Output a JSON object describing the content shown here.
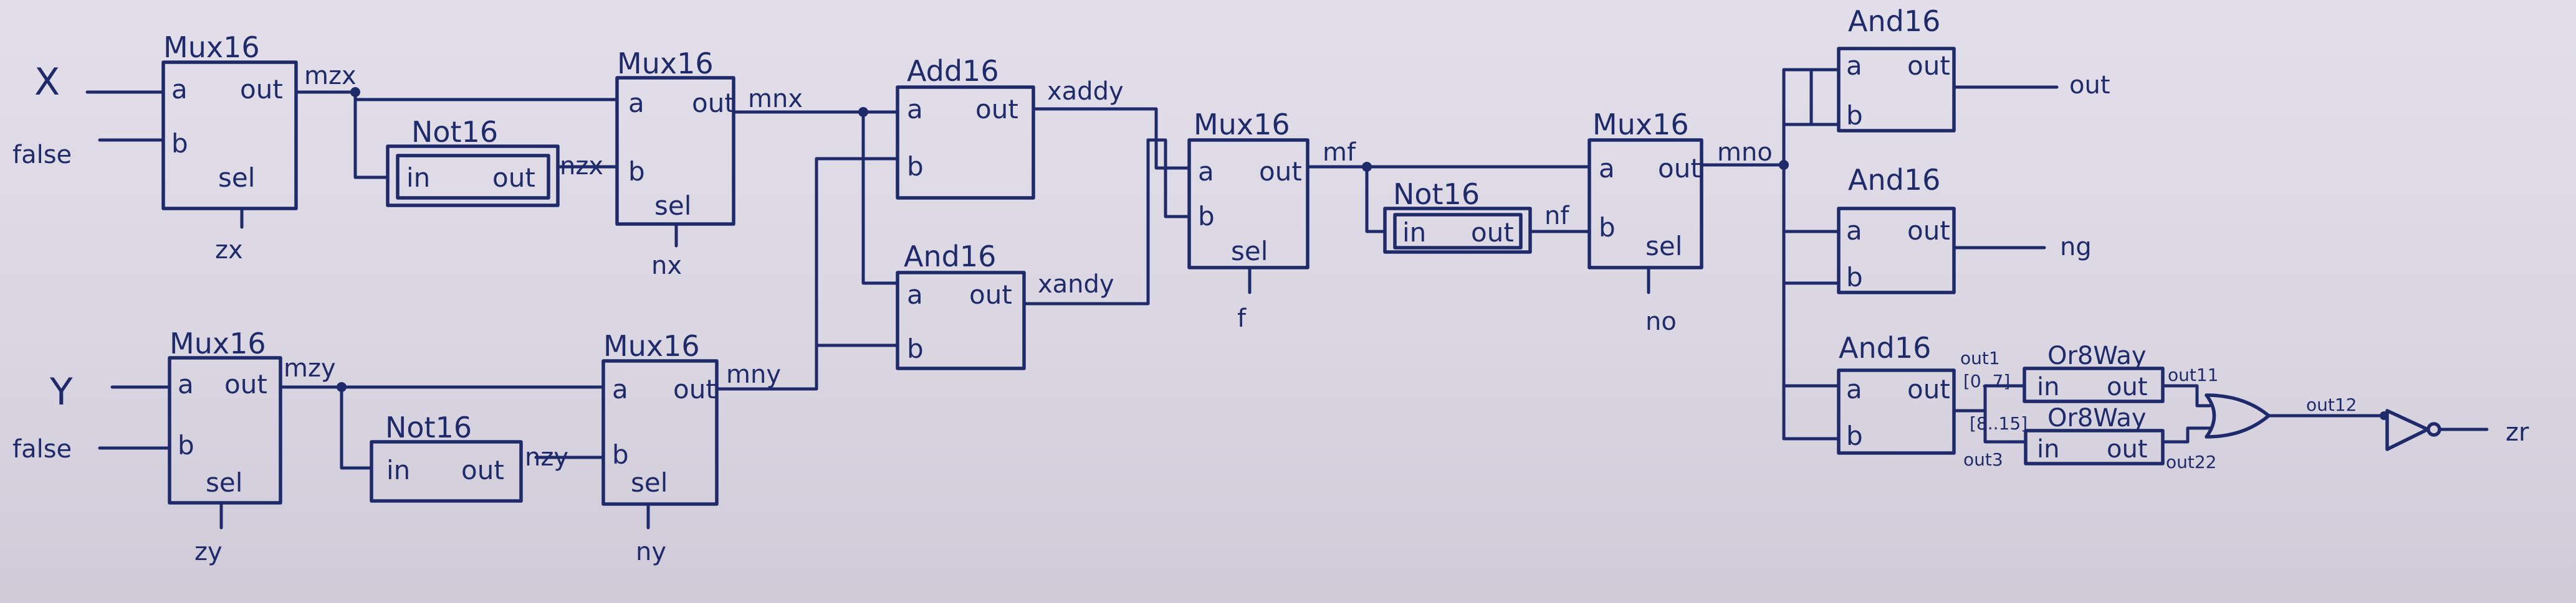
{
  "chips": {
    "mux_zx": {
      "title": "Mux16",
      "a": "a",
      "b": "b",
      "out": "out",
      "sel": "sel"
    },
    "not_zx": {
      "title": "Not16",
      "in": "in",
      "out": "out"
    },
    "mux_nx": {
      "title": "Mux16",
      "a": "a",
      "b": "b",
      "out": "out",
      "sel": "sel"
    },
    "mux_zy": {
      "title": "Mux16",
      "a": "a",
      "b": "b",
      "out": "out",
      "sel": "sel"
    },
    "not_zy": {
      "title": "Not16",
      "in": "in",
      "out": "out"
    },
    "mux_ny": {
      "title": "Mux16",
      "a": "a",
      "b": "b",
      "out": "out",
      "sel": "sel"
    },
    "add": {
      "title": "Add16",
      "a": "a",
      "b": "b",
      "out": "out"
    },
    "and_xy": {
      "title": "And16",
      "a": "a",
      "b": "b",
      "out": "out"
    },
    "mux_f": {
      "title": "Mux16",
      "a": "a",
      "b": "b",
      "out": "out",
      "sel": "sel"
    },
    "not_f": {
      "title": "Not16",
      "in": "in",
      "out": "out"
    },
    "mux_no": {
      "title": "Mux16",
      "a": "a",
      "b": "b",
      "out": "out",
      "sel": "sel"
    },
    "and_out": {
      "title": "And16",
      "a": "a",
      "b": "b",
      "out": "out"
    },
    "and_ng": {
      "title": "And16",
      "a": "a",
      "b": "b",
      "out": "out"
    },
    "and_zr": {
      "title": "And16",
      "a": "a",
      "b": "b",
      "out": "out"
    },
    "or_lo": {
      "title": "Or8Way",
      "in": "in",
      "out": "out"
    },
    "or_hi": {
      "title": "Or8Way",
      "in": "in",
      "out": "out"
    }
  },
  "signals": {
    "x": "X",
    "y": "Y",
    "false1": "false",
    "false2": "false",
    "zx": "zx",
    "nx": "nx",
    "zy": "zy",
    "ny": "ny",
    "f": "f",
    "no": "no",
    "mzx": "mzx",
    "nzx": "nzx",
    "mnx": "mnx",
    "mzy": "mzy",
    "nzy": "nzy",
    "mny": "mny",
    "xaddy": "xaddy",
    "xandy": "xandy",
    "mf": "mf",
    "nf": "nf",
    "mno": "mno",
    "out": "out",
    "ng": "ng",
    "zr": "zr",
    "out1": "out1",
    "range_lo": "[0..7]",
    "range_hi": "[8..15]",
    "out3": "out3",
    "out11": "out11",
    "out22": "out22",
    "out12": "out12"
  }
}
